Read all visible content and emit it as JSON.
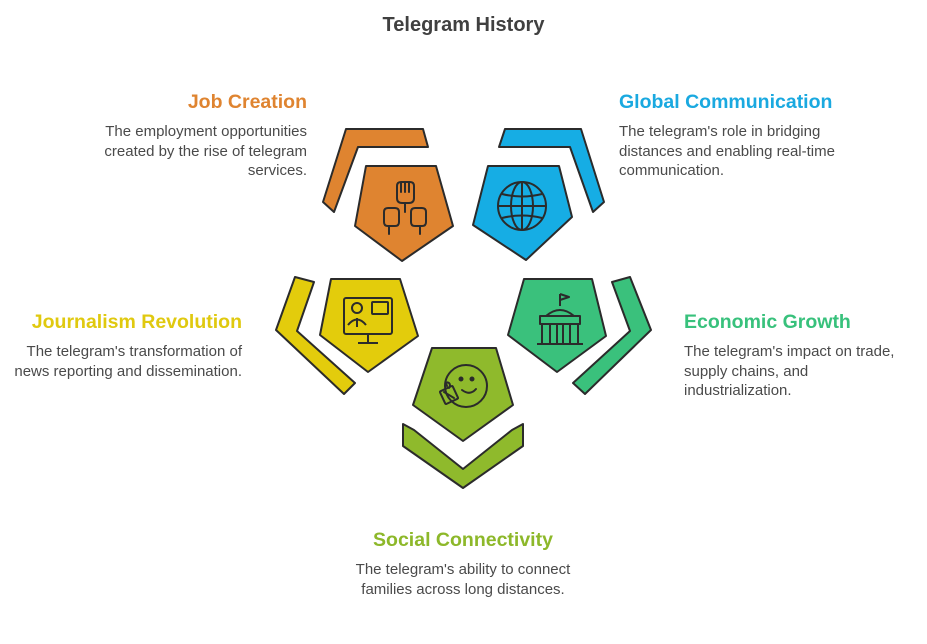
{
  "title": "Telegram History",
  "colors": {
    "job": "#df8430",
    "global": "#16ade4",
    "journalism": "#e3cc0c",
    "economic": "#3ac17c",
    "social": "#8fba2c",
    "outline": "#2b2b2b"
  },
  "segments": {
    "job": {
      "heading": "Job Creation",
      "description": "The employment opportunities created by the rise of telegram services.",
      "icon": "raised-fists-icon"
    },
    "global": {
      "heading": "Global Communication",
      "description": "The telegram's role in bridging distances and enabling real-time communication.",
      "icon": "globe-icon"
    },
    "journalism": {
      "heading": "Journalism Revolution",
      "description": "The telegram's transformation of news reporting and dissemination.",
      "icon": "video-presentation-icon"
    },
    "economic": {
      "heading": "Economic Growth",
      "description": "The telegram's impact on trade, supply chains, and industrialization.",
      "icon": "government-building-icon"
    },
    "social": {
      "heading": "Social Connectivity",
      "description": "The telegram's ability to connect families across long distances.",
      "icon": "smiley-gift-icon"
    }
  }
}
